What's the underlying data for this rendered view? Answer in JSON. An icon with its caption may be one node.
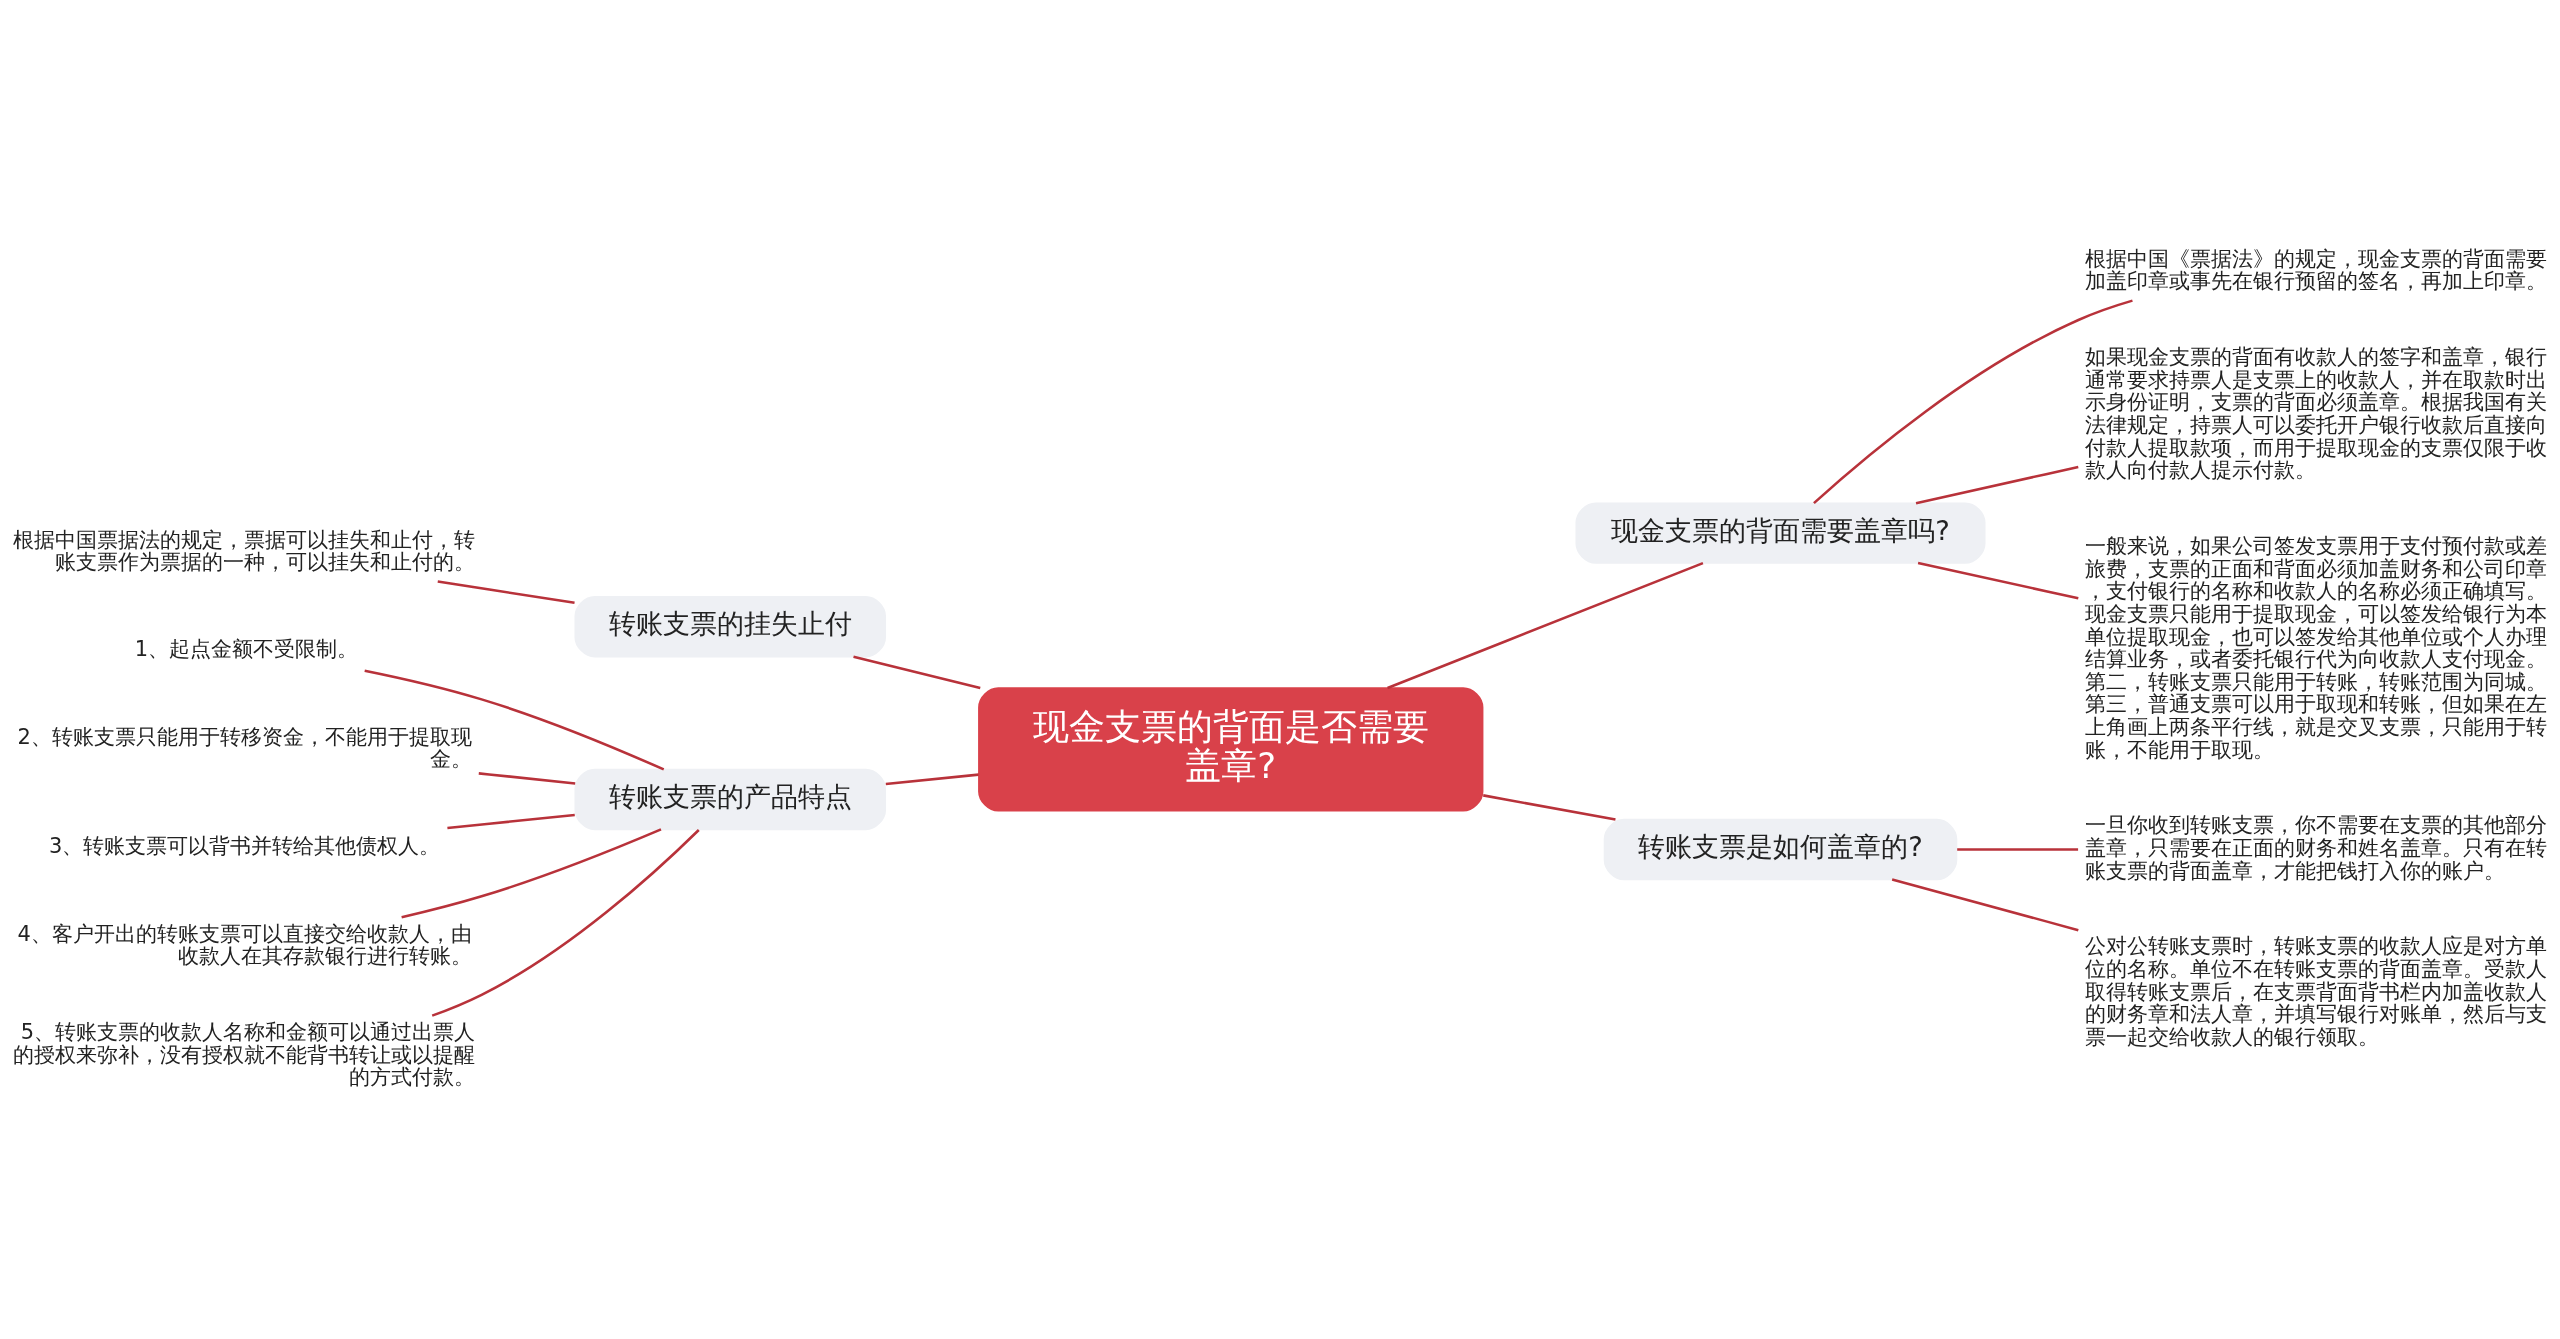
{
  "diagram": {
    "nodes": [
      {
        "text": [
          "现金支票的背面是否需要盖章?"
        ]
      },
      {
        "text": [
          "现金支票的背面需要盖章吗?"
        ]
      },
      {
        "text": [
          "根据中国《票据法》的规定，现金支票的背面需要加盖印章或事先在银行预留的签名，再加上印章。"
        ]
      },
      {
        "text": [
          "如果现金支票的背面有收款人的签字和盖章，银行通常要求持票人是支票上的收款人，并在取款时出示身份证明，支票的背面必须盖章。根据我国有关法律规定，持票人可以委托开户银行收款后直接向付款人提取款项，而用于提取现金的支票仅限于收款人向付款人提示付款。"
        ]
      },
      {
        "text": [
          "一般来说，如果公司签发支票用于支付预付款或差旅费，支票的正面和背面必须加盖财务和公司印章，支付银行的名称和收款人的名称必须正确填写。现金支票只能用于提取现金，可以签发给银行为本单位提取现金，也可以签发给其他单位或个人办理结算业务，或者委托银行代为向收款人支付现金。第二，转账支票只能用于转账，转账范围为同城。第三，普通支票可以用于取现和转账，但如果在左上角画上两条平行线，就是交叉支票，只能用于转账，不能用于取现。"
        ]
      },
      {
        "text": [
          "转账支票是如何盖章的?"
        ]
      },
      {
        "text": [
          "一旦你收到转账支票，你不需要在支票的其他部分盖章，只需要在正面的财务和姓名盖章。只有在转账支票的背面盖章，才能把钱打入你的账户。"
        ]
      },
      {
        "text": [
          "公对公转账支票时，转账支票的收款人应是对方单位的名称。单位不在转账支票的背面盖章。受款人取得转账支票后，在支票背面背书栏内加盖收款人的财务章和法人章，并填写银行对账单，然后与支票一起交给收款人的银行领取。"
        ]
      },
      {
        "text": [
          "转账支票的挂失止付"
        ]
      },
      {
        "text": [
          "根据中国票据法的规定，票据可以挂失和止付，转账支票作为票据的一种，可以挂失和止付的。"
        ]
      },
      {
        "text": [
          "转账支票的产品特点"
        ]
      },
      {
        "text": [
          "1、起点金额不受限制。"
        ]
      },
      {
        "text": [
          "2、转账支票只能用于转移资金，不能用于提取现金。"
        ]
      },
      {
        "text": [
          "3、转账支票可以背书并转给其他债权人。"
        ]
      },
      {
        "text": [
          "4、客户开出的转账支票可以直接交给收款人，由收款人在其存款银行进行转账。"
        ]
      },
      {
        "text": [
          "5、转账支票的收款人名称和金额可以通过出票人的授权来弥补，没有授权就不能背书转让或以提醒的方式付款。"
        ]
      }
    ],
    "edges": [
      {
        "from": 0,
        "to": 1,
        "arrow": "none"
      },
      {
        "from": 1,
        "to": 2,
        "arrow": "none"
      },
      {
        "from": 1,
        "to": 3,
        "arrow": "none"
      },
      {
        "from": 1,
        "to": 4,
        "arrow": "none"
      },
      {
        "from": 0,
        "to": 5,
        "arrow": "none"
      },
      {
        "from": 5,
        "to": 6,
        "arrow": "none"
      },
      {
        "from": 5,
        "to": 7,
        "arrow": "none"
      },
      {
        "from": 0,
        "to": 8,
        "arrow": "none"
      },
      {
        "from": 8,
        "to": 9,
        "arrow": "none"
      },
      {
        "from": 0,
        "to": 10,
        "arrow": "none"
      },
      {
        "from": 10,
        "to": 11,
        "arrow": "none"
      },
      {
        "from": 10,
        "to": 12,
        "arrow": "none"
      },
      {
        "from": 10,
        "to": 13,
        "arrow": "none"
      },
      {
        "from": 10,
        "to": 14,
        "arrow": "none"
      },
      {
        "from": 10,
        "to": 15,
        "arrow": "none"
      }
    ]
  }
}
